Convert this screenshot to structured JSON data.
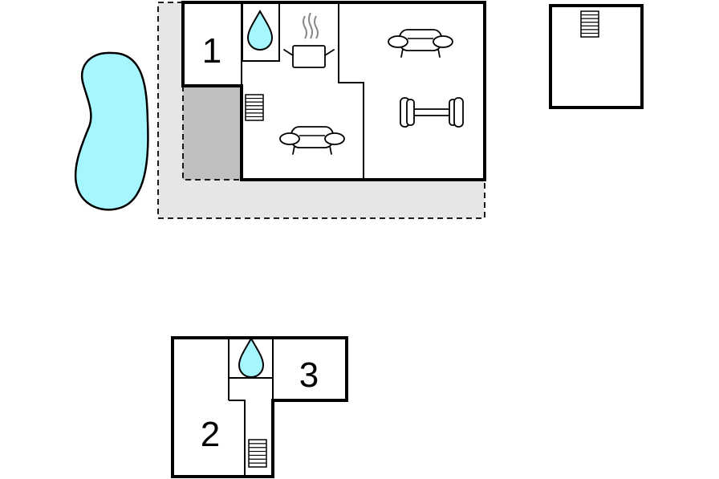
{
  "colors": {
    "pool": "#a6f6ff",
    "terrace": "#e6e6e6",
    "covered_area": "#c0c0c0",
    "wall": "#000000"
  },
  "rooms": {
    "room_1": "1",
    "room_2": "2",
    "room_3": "3"
  },
  "icons": [
    "water-drop-icon",
    "cooking-pot-icon",
    "sofa-icon",
    "dumbbell-icon",
    "stairs-icon"
  ]
}
